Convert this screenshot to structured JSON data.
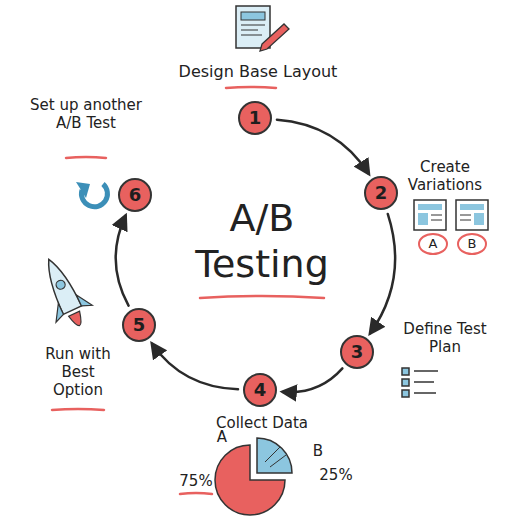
{
  "diagram": {
    "title": "A/B Testing",
    "nodes": [
      {
        "text": [
          "1"
        ]
      },
      {
        "text": [
          "2"
        ]
      },
      {
        "text": [
          "3"
        ]
      },
      {
        "text": [
          "4"
        ]
      },
      {
        "text": [
          "5"
        ]
      },
      {
        "text": [
          "6"
        ]
      }
    ],
    "edges": [
      {
        "from": 0,
        "to": 1,
        "arrow": "to"
      },
      {
        "from": 1,
        "to": 2,
        "arrow": "to"
      },
      {
        "from": 2,
        "to": 3,
        "arrow": "to"
      },
      {
        "from": 3,
        "to": 4,
        "arrow": "to"
      },
      {
        "from": 4,
        "to": 5,
        "arrow": "to"
      }
    ],
    "labels": [
      "Design Base Layout",
      "Create Variations",
      "A",
      "B",
      "Define Test Plan",
      "Collect Data",
      "A",
      "75%",
      "B",
      "25%",
      "Run with Best Option",
      "Set up another A/B Test"
    ]
  }
}
